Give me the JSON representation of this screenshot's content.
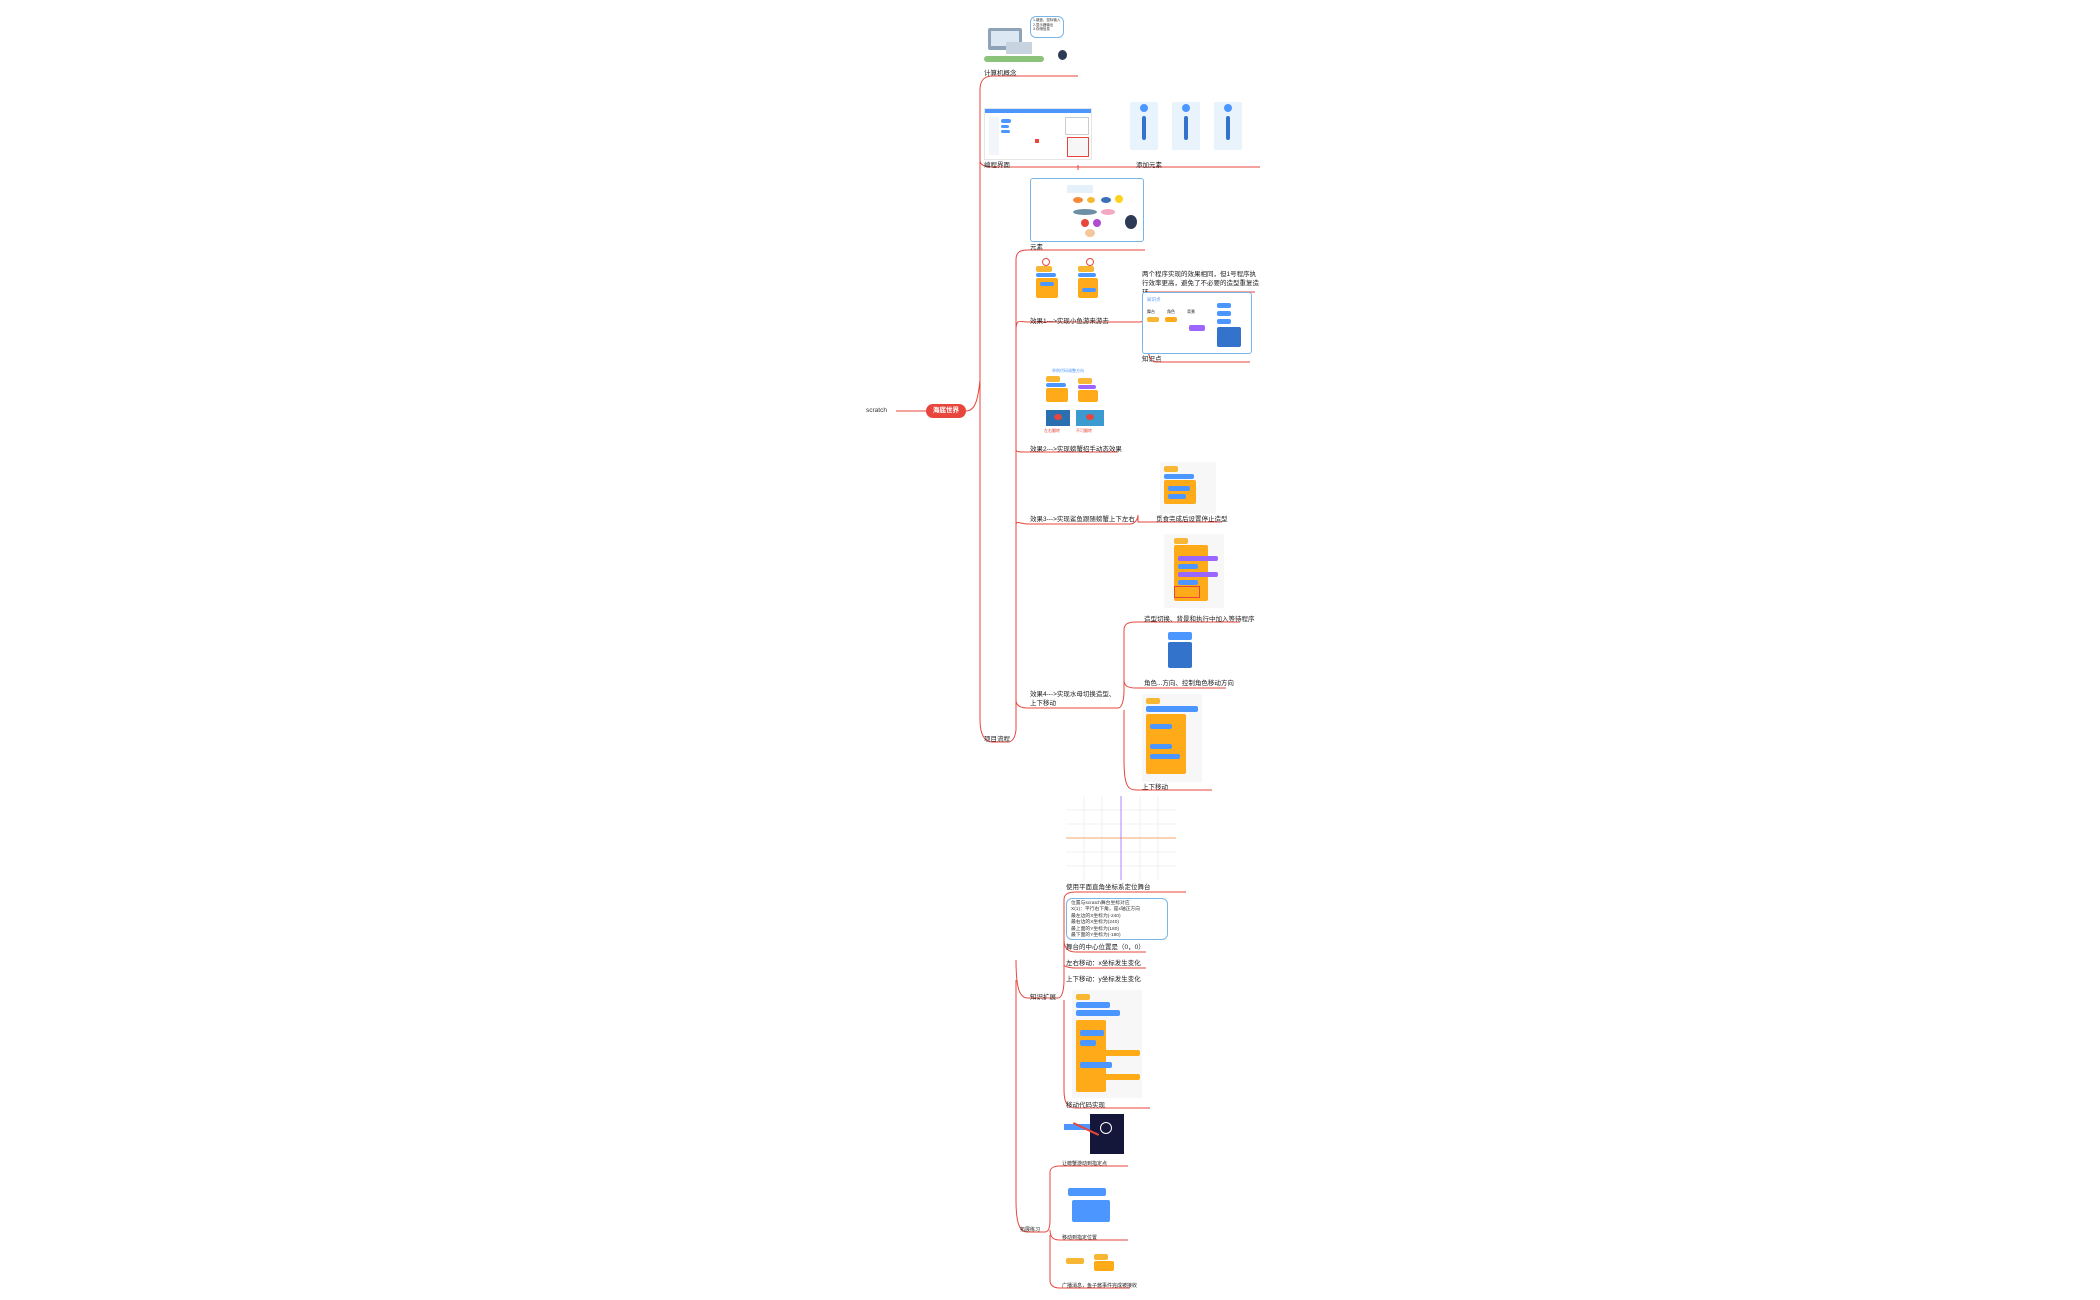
{
  "map": {
    "left_label": "scratch",
    "root": "海底世界",
    "branches": {
      "b1": "计算机概念",
      "b2": "编程界面",
      "b2_sub": "添加元素",
      "b3": "项目流程",
      "b3_1": "元素",
      "b3_2": "效果1--->实现小鱼游来游去",
      "b3_2_note": "两个程序实现的效果相同，但1号程序执行效率更高，避免了不必要的造型重复造环",
      "b3_2_sub": "知识点",
      "b3_3": "效果2--->实现螃蟹招手动态效果",
      "b3_3_caption_left": "左右翻转",
      "b3_3_caption_right": "不可翻转",
      "b3_3_title": "举例代码调整方向",
      "b3_4": "效果3--->实现鲨鱼跟随螃蟹上下左右",
      "b3_4_sub": "觅食完成后设置停止造型",
      "b3_5": "效果4--->实现水母切换造型、上下移动",
      "b3_5_sub1": "造型切换、背景和执行中加入等待程序",
      "b3_5_sub2": "角色...方向、控制角色移动方向",
      "b3_5_sub3": "上下移动",
      "b3_6": "知识扩展",
      "b3_6_sub1": "使用平面直角坐标系定位舞台",
      "b3_6_sub2": "舞台的中心位置是（0，0）",
      "b3_6_sub3": "左右移动：x坐标发生变化",
      "b3_6_sub4": "上下移动：y坐标发生变化",
      "b3_6_sub5": "移动代码实现",
      "b3_7": "拓展练习",
      "b3_7_sub1": "让螃蟹游动到指定点",
      "b3_7_sub2": "移动到指定位置",
      "b3_7_sub3": "广播消息，鱼子酱事件完成被接收"
    },
    "coord_note": [
      "位置与scratch舞台坐标对应",
      "X(1)：平行右下角，是x轴正方向",
      "最左边的X坐标为(-240)",
      "最右边的X坐标为(240)",
      "最上面的Y坐标为(180)",
      "最下面的Y坐标为(-180)"
    ],
    "top_note": [
      "1.键盘、鼠标输入",
      "2.显示器输出",
      "3.存储信息"
    ],
    "mini_labels": [
      "舞台",
      "角色",
      "背景"
    ]
  },
  "colors": {
    "connector": "#e8453c",
    "root": "#e8453c",
    "block_yellow": "#f7b733",
    "block_blue": "#4c97ff",
    "block_purple": "#9966ff"
  }
}
